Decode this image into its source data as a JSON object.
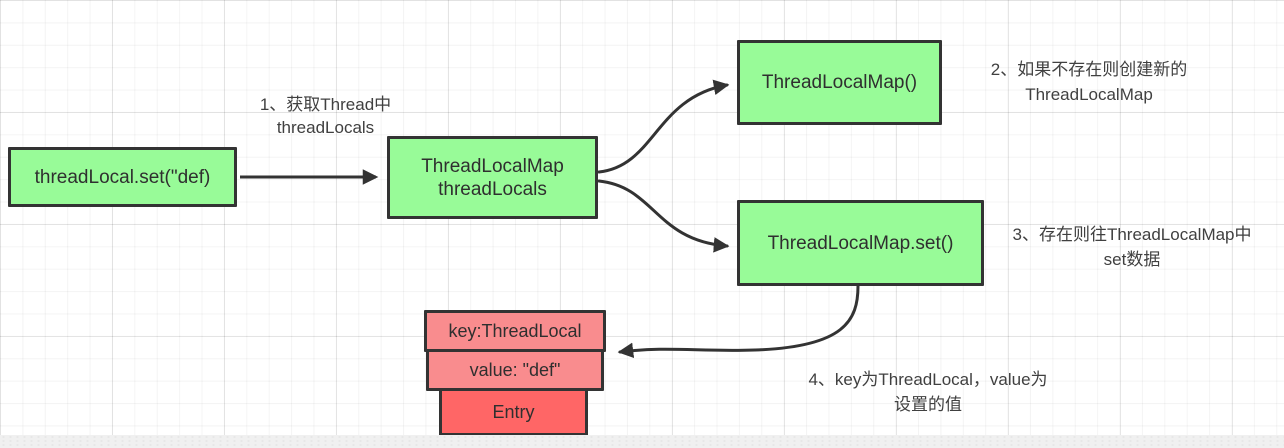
{
  "diagram": {
    "title_hint": "ThreadLocal set flow diagram",
    "nodes": {
      "set_call": {
        "label": "threadLocal.set(\"def)"
      },
      "thread_locals": {
        "line1": "ThreadLocalMap",
        "line2": "threadLocals"
      },
      "map_ctor": {
        "label": "ThreadLocalMap()"
      },
      "map_set": {
        "label": "ThreadLocalMap.set()"
      },
      "entry_key": {
        "label": "key:ThreadLocal"
      },
      "entry_value": {
        "label": "value: \"def\""
      },
      "entry": {
        "label": "Entry"
      }
    },
    "annotations": {
      "step1": {
        "line1": "1、获取Thread中",
        "line2": "threadLocals"
      },
      "step2": {
        "line1": "2、如果不存在则创建新的",
        "line2": "ThreadLocalMap"
      },
      "step3": {
        "line1": "3、存在则往ThreadLocalMap中",
        "line2": "set数据"
      },
      "step4": {
        "line1": "4、key为ThreadLocal，value为",
        "line2": "设置的值"
      }
    },
    "colors": {
      "node_green": "#98FB98",
      "node_red_light": "#F98C8E",
      "node_red": "#FF6666",
      "node_border": "#333333",
      "arrow": "#333333",
      "annotation_text": "#404040",
      "grid_line": "#ebebeb",
      "canvas_background": "#ffffff",
      "bottom_strip": "#f0f0f0"
    }
  }
}
